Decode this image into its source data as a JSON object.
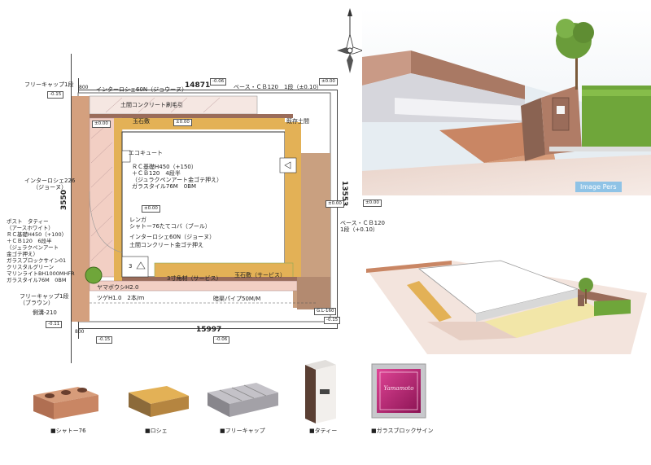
{
  "plan": {
    "top_dim": "14871",
    "bottom_dim": "15997",
    "left_dim": "3550",
    "right_dim": "13553",
    "levels": {
      "top_left": "-0.15",
      "top_mid": "-0.06",
      "top_right": "±0.00",
      "in_tile": "±0.00",
      "in_gravel": "±0.00",
      "in_center": "±0.00",
      "right": "±0.00",
      "bottom_left": "-0.11",
      "bottom_mid_left": "-0.15",
      "bottom_mid": "-0.06",
      "bottom_right": "-0.15",
      "gl": "G.L-160",
      "pers_level": "±0.00"
    },
    "small_numbers": {
      "tl_800": "800",
      "bl_800": "800",
      "n3": "3"
    },
    "labels": {
      "free_cap_top": "フリーキャップ1段",
      "interlock_top": "インターロシェ60N（ジョウーヌ）",
      "base_cb_top": "ベース・ＣＢ120　1段（±0.10）",
      "doma_concrete": "土間コンクリート刷毛引",
      "tamaishi_top": "玉石敷",
      "existing_doma": "既存土間",
      "ecocute": "エコキュート",
      "rc_block": "ＲＣ基礎H450（+150）\n＋ＣＢ120　4段半\n（ジュラクペンアート金ゴテ押え）\nガラスタイル76M　0BM",
      "interlock_226": "インターロシェ226\n（ジョーヌ）",
      "post_left": "ポスト　タティー\n（アースホワイト）\nＲＣ基礎H450（+100）\n＋ＣＢ120　6段半\n（ジュラクペンアート\n金ゴテ押え）\nガラスブロックサイン01\nクリスタルグリーン\nマリンライトBH1000MHFR\nガラスタイル76M　0BM",
      "renga": "レンガ\nシャトー76たてコバ（ブール）",
      "interlock_mid": "インターロシェ60N（ジョーヌ）",
      "doma_gote": "土間コンクリート金ゴテ押え",
      "sanzun": "3寸角材（サービス）",
      "tamaishi_service": "玉石敷（サービス）",
      "base_cb_right": "ベース・ＣＢ120\n1段（+0.10）",
      "yamaboushi": "ヤマボウシH2.0",
      "tsuge": "ツゲH1.0　2本/ｍ",
      "ankyo": "暗渠パイプ50M/M",
      "free_cap_bottom": "フリーキャップ1段\n（ブラウン）",
      "sokko": "側溝-210"
    }
  },
  "pers_label": "Image Pers",
  "products": [
    {
      "label": "■シャトー76"
    },
    {
      "label": "■ロシェ"
    },
    {
      "label": "■フリーキャップ"
    },
    {
      "label": "■タティー"
    },
    {
      "label": "■ガラスブロックサイン"
    }
  ],
  "glass_sign_text": "Yamamoto",
  "colors": {
    "gravel": "#e3b156",
    "tile_pink": "#f2cfc4",
    "brick": "#c98664",
    "wall_brown": "#9a6c5a",
    "hedge": "#6fa63a",
    "glass_pink": "#c8287a"
  }
}
